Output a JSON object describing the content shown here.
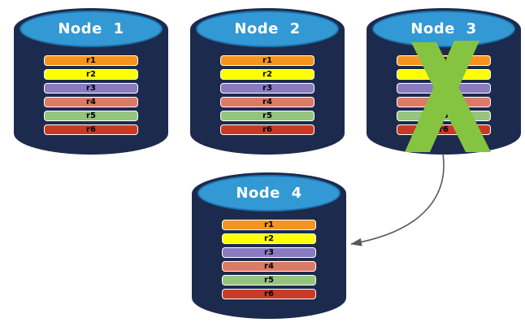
{
  "diagram": {
    "nodes": [
      {
        "label": "Node 1",
        "status": "active",
        "replicas": [
          "r1",
          "r2",
          "r3",
          "r4",
          "r5",
          "r6"
        ]
      },
      {
        "label": "Node 2",
        "status": "active",
        "replicas": [
          "r1",
          "r2",
          "r3",
          "r4",
          "r5",
          "r6"
        ]
      },
      {
        "label": "Node 3",
        "status": "failed",
        "replicas": [
          "r1",
          "r2",
          "r3",
          "r4",
          "r5",
          "r6"
        ]
      },
      {
        "label": "Node 4",
        "status": "active",
        "replicas": [
          "r1",
          "r2",
          "r3",
          "r4",
          "r5",
          "r6"
        ]
      }
    ],
    "replica_colors": {
      "r1": "#F7941E",
      "r2": "#FFFF00",
      "r3": "#8A7AC0",
      "r4": "#DC7A66",
      "r5": "#94C47E",
      "r6": "#C83A26"
    },
    "colors": {
      "background": "#FFFFFF",
      "cylinder_body": "#1C2B4D",
      "cylinder_top": "#3399D5",
      "cylinder_top_border": "#1E74B0",
      "title_text": "#FFFFFF",
      "bar_border": "#FFFFFF",
      "bar_text": "#000000",
      "failure_x": "#84C441",
      "arrow": "#58595B"
    },
    "failure": {
      "node": "Node 3"
    },
    "arrow": {
      "from": "Node 3",
      "to": "Node 4"
    }
  }
}
